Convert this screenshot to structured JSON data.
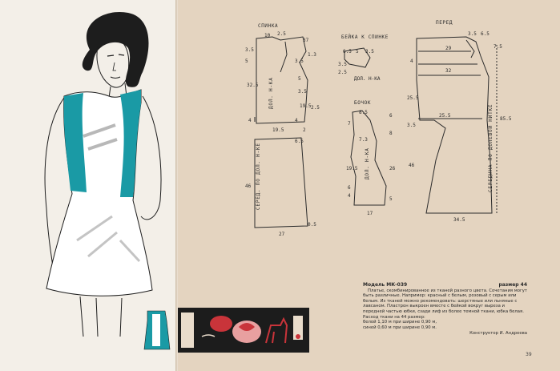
{
  "patterns": {
    "back": {
      "title": "СПИНКА",
      "top_dims": [
        "10",
        "2.5"
      ],
      "side_nums": [
        "3.5",
        "5",
        "3.5",
        "37",
        "1.3",
        "5",
        "3.5",
        "32.5",
        "19.5",
        "2.5",
        "4",
        "4",
        "2"
      ],
      "bottom_dim": "19.5",
      "grain_label": "ДОЛ. Н-КА"
    },
    "back_facing": {
      "title": "БЕЙКА К СПИНКЕ",
      "nums": [
        "6.5",
        "5",
        "3.5",
        "3.5",
        "2.5"
      ],
      "grain_label": "ДОЛ. Н-КА"
    },
    "side": {
      "title": "БОЧОК",
      "nums": [
        "8.5",
        "6",
        "7.3",
        "8",
        "7",
        "19.5",
        "26",
        "4",
        "6",
        "17",
        "5"
      ],
      "grain_label": "ДОЛ. Н-КА"
    },
    "skirt": {
      "nums": [
        "6.5",
        "46",
        "0.5",
        "27"
      ],
      "grain_label": "СЕРЕД. ПО ДОЛ. Н-КЕ"
    },
    "front": {
      "title": "ПЕРЕД",
      "nums": [
        "3.5",
        "6.5",
        "7.5",
        "29",
        "32",
        "4",
        "25.5",
        "3.5",
        "46",
        "85.5",
        "25.5",
        "34.5"
      ],
      "grain_label": "СЕРЕДИНА ПО ДОЛЕВОЙ НИТКЕ"
    }
  },
  "description": {
    "model": "Модель МК-039",
    "size": "размер 44",
    "body": "Платье, скомбинированное из тканей разного цвета. Сочетания могут быть различные. Например: красный с белым, розовый с серым или белым. Из тканей можно рекомендовать: шерстяные или льняные с лавсаном. Пластрон выкроен вместе с бейкой вокруг выреза и передней частью юбки, сзади лиф из более темной ткани, юбка белая.",
    "fabric_title": "Расход ткани на 44 размер:",
    "fabric_lines": [
      "белой 1,10 м при ширине 0,90 м,",
      "синей 0,60 м при ширине 0,90 м."
    ],
    "constructor": "Конструктор И. Андреева"
  },
  "page_number": "39",
  "colors": {
    "accent_teal": "#1a9aa5",
    "paper": "#e4d4c0",
    "ink": "#2b2b2b",
    "pink": "#e8a0a0",
    "red": "#c9343a"
  }
}
